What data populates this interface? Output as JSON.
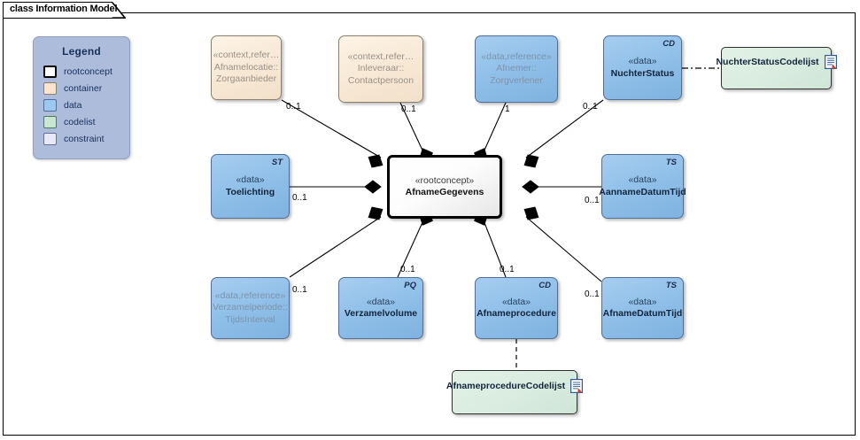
{
  "frame": {
    "tab_label": "class Information Model"
  },
  "legend": {
    "title": "Legend",
    "items": [
      {
        "label": "rootconcept",
        "color": "#ffffff"
      },
      {
        "label": "container",
        "color": "#fae4cd"
      },
      {
        "label": "data",
        "color": "#9cc7ee"
      },
      {
        "label": "codelist",
        "color": "#c9e6d3"
      },
      {
        "label": "constraint",
        "color": "#e7e9f8"
      }
    ]
  },
  "nodes": {
    "root": {
      "stereotype": "«rootconcept»",
      "name": "AfnameGegevens",
      "kind": "rootconcept"
    },
    "afnamelocatie": {
      "stereotype": "«context,refer…",
      "name_line1": "Afnamelocatie::",
      "name_line2": "Zorgaanbieder",
      "kind": "container"
    },
    "inleveraar": {
      "stereotype": "«context,refer…",
      "name_line1": "Inleveraar::",
      "name_line2": "Contactpersoon",
      "kind": "container"
    },
    "afnemer": {
      "stereotype": "«data,reference»",
      "name_line1": "Afnemer::",
      "name_line2": "Zorgverlener",
      "kind": "data-reference"
    },
    "nuchterstatus": {
      "stereotype": "«data»",
      "name": "NuchterStatus",
      "type_tag": "CD",
      "kind": "data"
    },
    "nuchterstatuscodelijst": {
      "name": "NuchterStatusCodelijst",
      "kind": "codelist",
      "icon": "document-icon"
    },
    "toelichting": {
      "stereotype": "«data»",
      "name": "Toelichting",
      "type_tag": "ST",
      "kind": "data"
    },
    "aannamedatumtijd": {
      "stereotype": "«data»",
      "name": "AannameDatumTijd",
      "type_tag": "TS",
      "kind": "data"
    },
    "verzamelperiode": {
      "stereotype": "«data,reference»",
      "name_line1": "Verzamelperiode::",
      "name_line2": "TijdsInterval",
      "kind": "data-reference"
    },
    "verzamelvolume": {
      "stereotype": "«data»",
      "name": "Verzamelvolume",
      "type_tag": "PQ",
      "kind": "data"
    },
    "afnameprocedure": {
      "stereotype": "«data»",
      "name": "Afnameprocedure",
      "type_tag": "CD",
      "kind": "data"
    },
    "afnamedatumtijd": {
      "stereotype": "«data»",
      "name": "AfnameDatumTijd",
      "type_tag": "TS",
      "kind": "data"
    },
    "afnameprocedurecodelijst": {
      "name": "AfnameprocedureCodelijst",
      "kind": "codelist",
      "icon": "document-icon"
    }
  },
  "multiplicities": {
    "afnamelocatie": "0..1",
    "inleveraar": "0..1",
    "afnemer": "1",
    "nuchterstatus": "0..1",
    "toelichting": "0..1",
    "aannamedatumtijd": "0..1",
    "verzamelperiode": "0..1",
    "verzamelvolume": "0..1",
    "afnameprocedure": "0..1",
    "afnamedatumtijd": "0..1"
  }
}
